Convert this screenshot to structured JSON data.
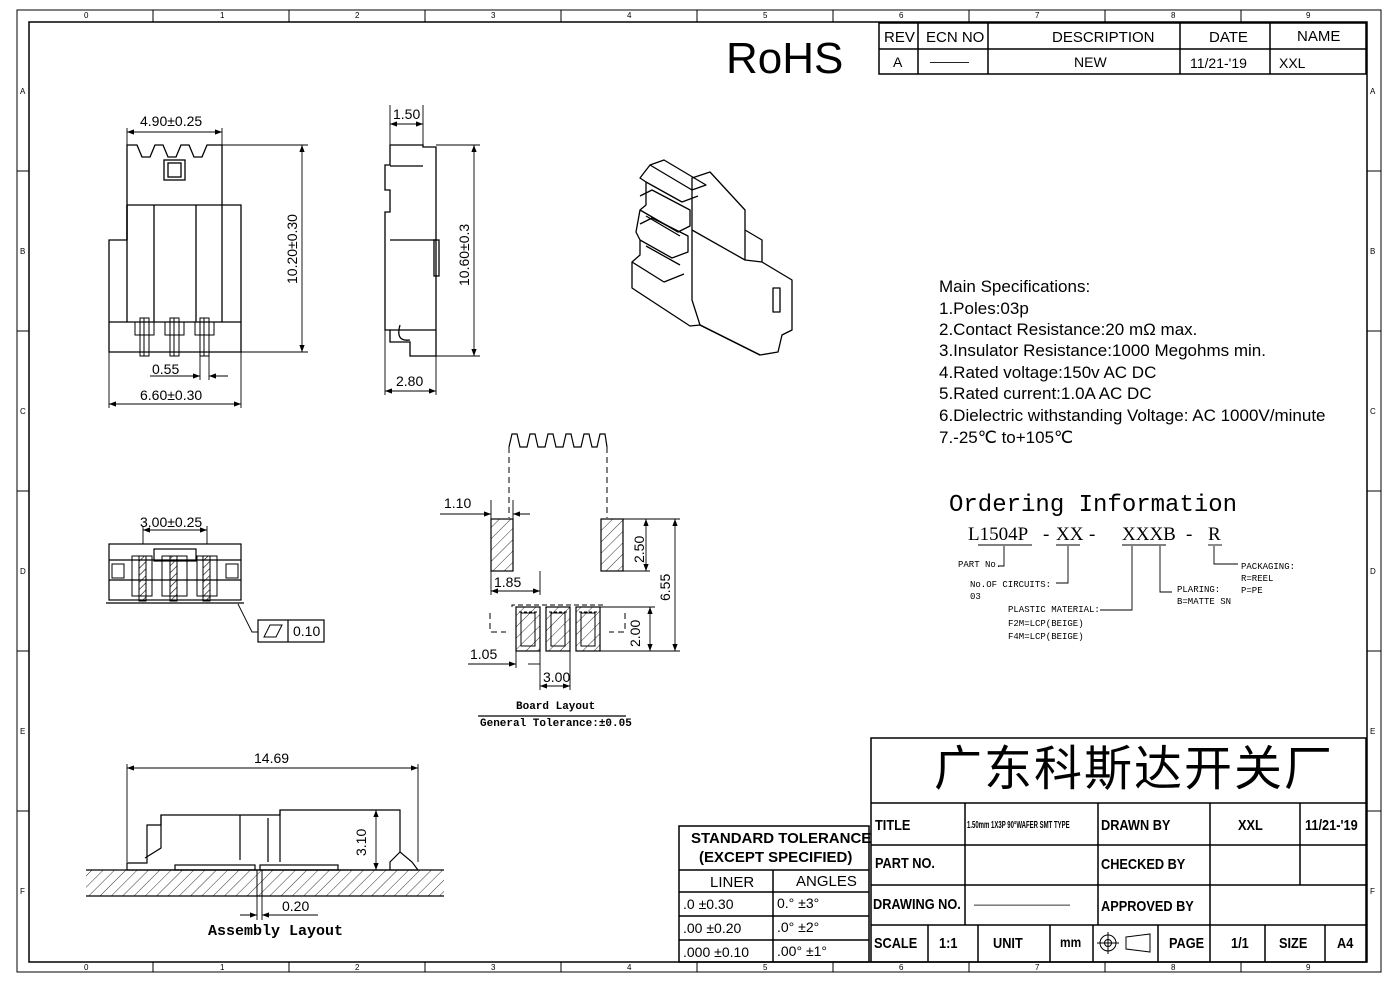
{
  "border": {
    "columns": [
      "0",
      "1",
      "2",
      "3",
      "4",
      "5",
      "6",
      "7",
      "8",
      "9"
    ],
    "rows": [
      "A",
      "B",
      "C",
      "D",
      "E",
      "F"
    ]
  },
  "rohs": "RoHS",
  "revision_table": {
    "headers": [
      "REV",
      "ECN NO",
      "DESCRIPTION",
      "DATE",
      "NAME"
    ],
    "row": [
      "A",
      "———",
      "NEW",
      "11/21-'19",
      "XXL"
    ]
  },
  "dimensions": {
    "front_width": "4.90±0.25",
    "front_height": "10.20±0.30",
    "pin_pitch": "0.55",
    "base_width": "6.60±0.30",
    "side_top": "1.50",
    "side_height": "10.60±0.3",
    "side_depth": "2.80",
    "bottom_pitch": "3.00±0.25",
    "flatness": "0.10",
    "pad_width": "1.10",
    "pad_height": "2.50",
    "pad_gap": "1.85",
    "total_height": "6.55",
    "contact_height": "2.00",
    "contact_width": "1.05",
    "contact_pitch": "3.00",
    "assembly_length": "14.69",
    "assembly_height": "3.10",
    "assembly_offset": "0.20"
  },
  "board_layout": {
    "title": "Board Layout",
    "tolerance": "General Tolerance:±0.05"
  },
  "assembly_layout_label": "Assembly Layout",
  "specs": {
    "heading": "Main Specifications:",
    "items": [
      "1.Poles:03p",
      "2.Contact Resistance:20 mΩ max.",
      "3.Insulator Resistance:1000 Megohms min.",
      "4.Rated voltage:150v AC DC",
      "5.Rated current:1.0A AC DC",
      "6.Dielectric withstanding Voltage: AC 1000V/minute",
      "7.-25℃  to+105℃"
    ]
  },
  "ordering": {
    "title": "Ordering Information",
    "code": [
      "L1504P",
      "-",
      "XX",
      "-",
      "XXXB",
      "-",
      "R"
    ],
    "part_no": "PART No.",
    "circuits_label": "No.OF CIRCUITS:",
    "circuits_value": "03",
    "plastic_label": "PLASTIC MATERIAL:",
    "plastic_values": [
      "F2M=LCP(BEIGE)",
      "F4M=LCP(BEIGE)"
    ],
    "plaring_label": "PLARING:",
    "plaring_value": "B=MATTE SN",
    "packaging_label": "PACKAGING:",
    "packaging_values": [
      "R=REEL",
      "P=PE"
    ]
  },
  "tolerance_table": {
    "title1": "STANDARD TOLERANCE",
    "title2": "(EXCEPT  SPECIFIED)",
    "col_linear": "LINER",
    "col_angles": "ANGLES",
    "rows": [
      [
        ".0  ±0.30",
        "0.°  ±3°"
      ],
      [
        ".00  ±0.20",
        ".0°  ±2°"
      ],
      [
        ".000 ±0.10",
        ".00°  ±1°"
      ]
    ]
  },
  "title_block": {
    "company": "广东科斯达开关厂",
    "title_label": "TITLE",
    "title_value": "1.50mm 1X3P 90°WAFER SMT TYPE",
    "drawn_by_label": "DRAWN BY",
    "drawn_by_value": "XXL",
    "drawn_date": "11/21-'19",
    "part_no_label": "PART NO.",
    "checked_by_label": "CHECKED BY",
    "drawing_no_label": "DRAWING NO.",
    "drawing_no_value": "————————",
    "approved_by_label": "APPROVED BY",
    "scale_label": "SCALE",
    "scale_value": "1:1",
    "unit_label": "UNIT",
    "unit_value": "mm",
    "page_label": "PAGE",
    "page_value": "1/1",
    "size_label": "SIZE",
    "size_value": "A4"
  }
}
